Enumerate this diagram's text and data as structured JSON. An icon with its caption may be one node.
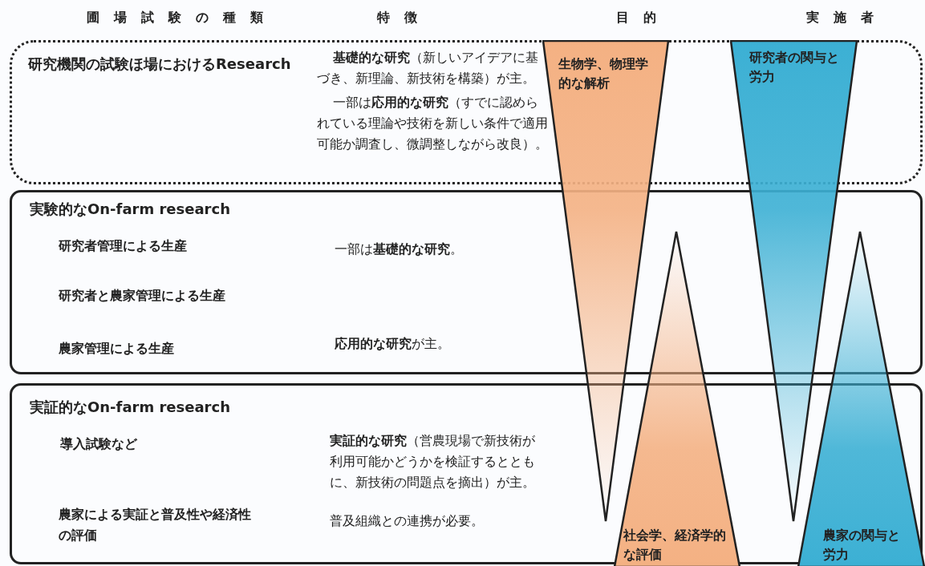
{
  "diagram": {
    "nodes": [
      {
        "text": [
          "研究機関の試験ほ場におけるResearch",
          "**基礎的な研究**（新しいアイデアに基づき、新理論、新技術を構築）が主。",
          "一部は**応用的な研究**（すでに認められている理論や技術を新しい条件で適用可能か調査し、微調整しながら改良）。"
        ]
      },
      {
        "text": [
          "実験的なOn-farm research",
          "研究者管理による生産",
          "研究者と農家管理による生産",
          "農家管理による生産",
          "一部は**基礎的な研究**。",
          "**応用的な研究**が主。"
        ]
      },
      {
        "text": [
          "実証的なOn-farm research",
          "導入試験など",
          "農家による実証と普及性や経済性の評価",
          "**実証的な研究**（営農現場で新技術が利用可能かどうかを検証するとともに、新技術の問題点を摘出）が主。",
          "普及組織との連携が必要。"
        ]
      },
      {
        "text": [
          "生物学、物理学的な解析"
        ]
      },
      {
        "text": [
          "研究者の関与と労力"
        ]
      },
      {
        "text": [
          "社会学、経済学的な評価"
        ]
      },
      {
        "text": [
          "農家の関与と労力"
        ]
      }
    ],
    "edges": [],
    "labels": [
      "圃場試験の種類",
      "特徴",
      "目的",
      "実施者"
    ]
  }
}
